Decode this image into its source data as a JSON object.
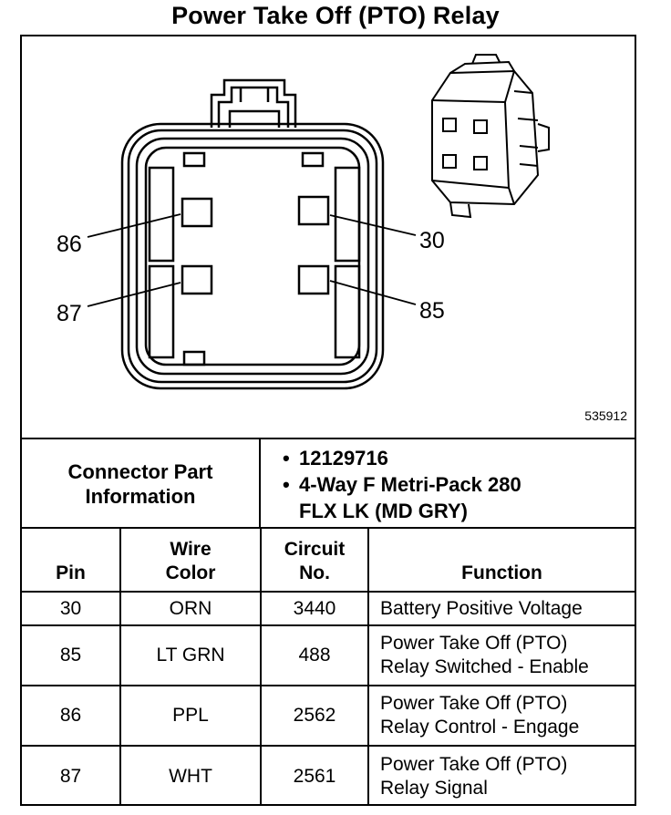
{
  "title": "Power Take Off (PTO) Relay",
  "figure_id": "535912",
  "diagram": {
    "terminals": {
      "t86": "86",
      "t30": "30",
      "t87": "87",
      "t85": "85"
    }
  },
  "connector_info": {
    "label_line1": "Connector Part",
    "label_line2": "Information",
    "part_number": "12129716",
    "description_line1": "4-Way F Metri-Pack 280",
    "description_line2": "FLX LK (MD GRY)"
  },
  "table": {
    "headers": {
      "pin": "Pin",
      "wire_line1": "Wire",
      "wire_line2": "Color",
      "circuit_line1": "Circuit",
      "circuit_line2": "No.",
      "function": "Function"
    },
    "rows": [
      {
        "pin": "30",
        "wire": "ORN",
        "circuit": "3440",
        "function_line1": "Battery Positive Voltage",
        "function_line2": ""
      },
      {
        "pin": "85",
        "wire": "LT GRN",
        "circuit": "488",
        "function_line1": "Power Take Off (PTO)",
        "function_line2": "Relay Switched - Enable"
      },
      {
        "pin": "86",
        "wire": "PPL",
        "circuit": "2562",
        "function_line1": "Power Take Off (PTO)",
        "function_line2": "Relay Control - Engage"
      },
      {
        "pin": "87",
        "wire": "WHT",
        "circuit": "2561",
        "function_line1": "Power Take Off (PTO)",
        "function_line2": "Relay Signal"
      }
    ]
  }
}
